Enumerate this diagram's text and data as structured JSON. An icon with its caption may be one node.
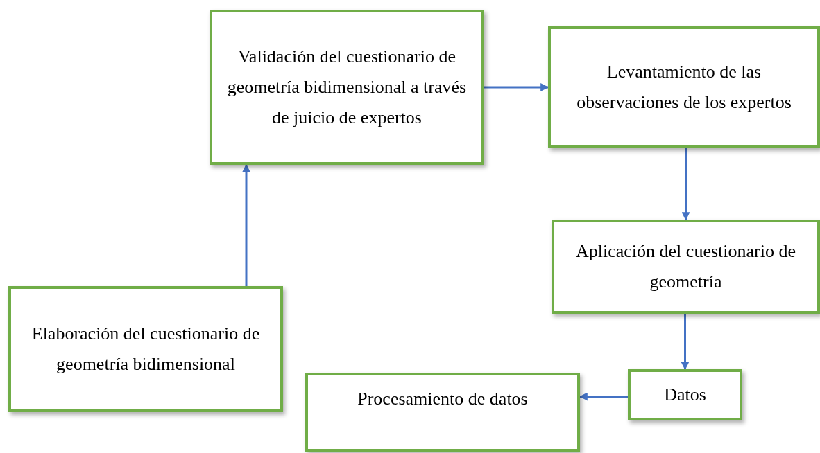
{
  "diagram": {
    "nodes": [
      {
        "text": [
          "Elaboración del cuestionario de geometría bidimensional"
        ]
      },
      {
        "text": [
          "Validación del cuestionario de geometría bidimensional a través de juicio de expertos"
        ]
      },
      {
        "text": [
          "Levantamiento de las observaciones de los expertos"
        ]
      },
      {
        "text": [
          "Aplicación del cuestionario de geometría"
        ]
      },
      {
        "text": [
          "Datos"
        ]
      },
      {
        "text": [
          "Procesamiento de datos"
        ]
      }
    ],
    "edges": [
      {
        "from": 0,
        "to": 1,
        "arrow": "to"
      },
      {
        "from": 1,
        "to": 2,
        "arrow": "to"
      },
      {
        "from": 2,
        "to": 3,
        "arrow": "to"
      },
      {
        "from": 3,
        "to": 4,
        "arrow": "to"
      },
      {
        "from": 4,
        "to": 5,
        "arrow": "to"
      }
    ]
  }
}
